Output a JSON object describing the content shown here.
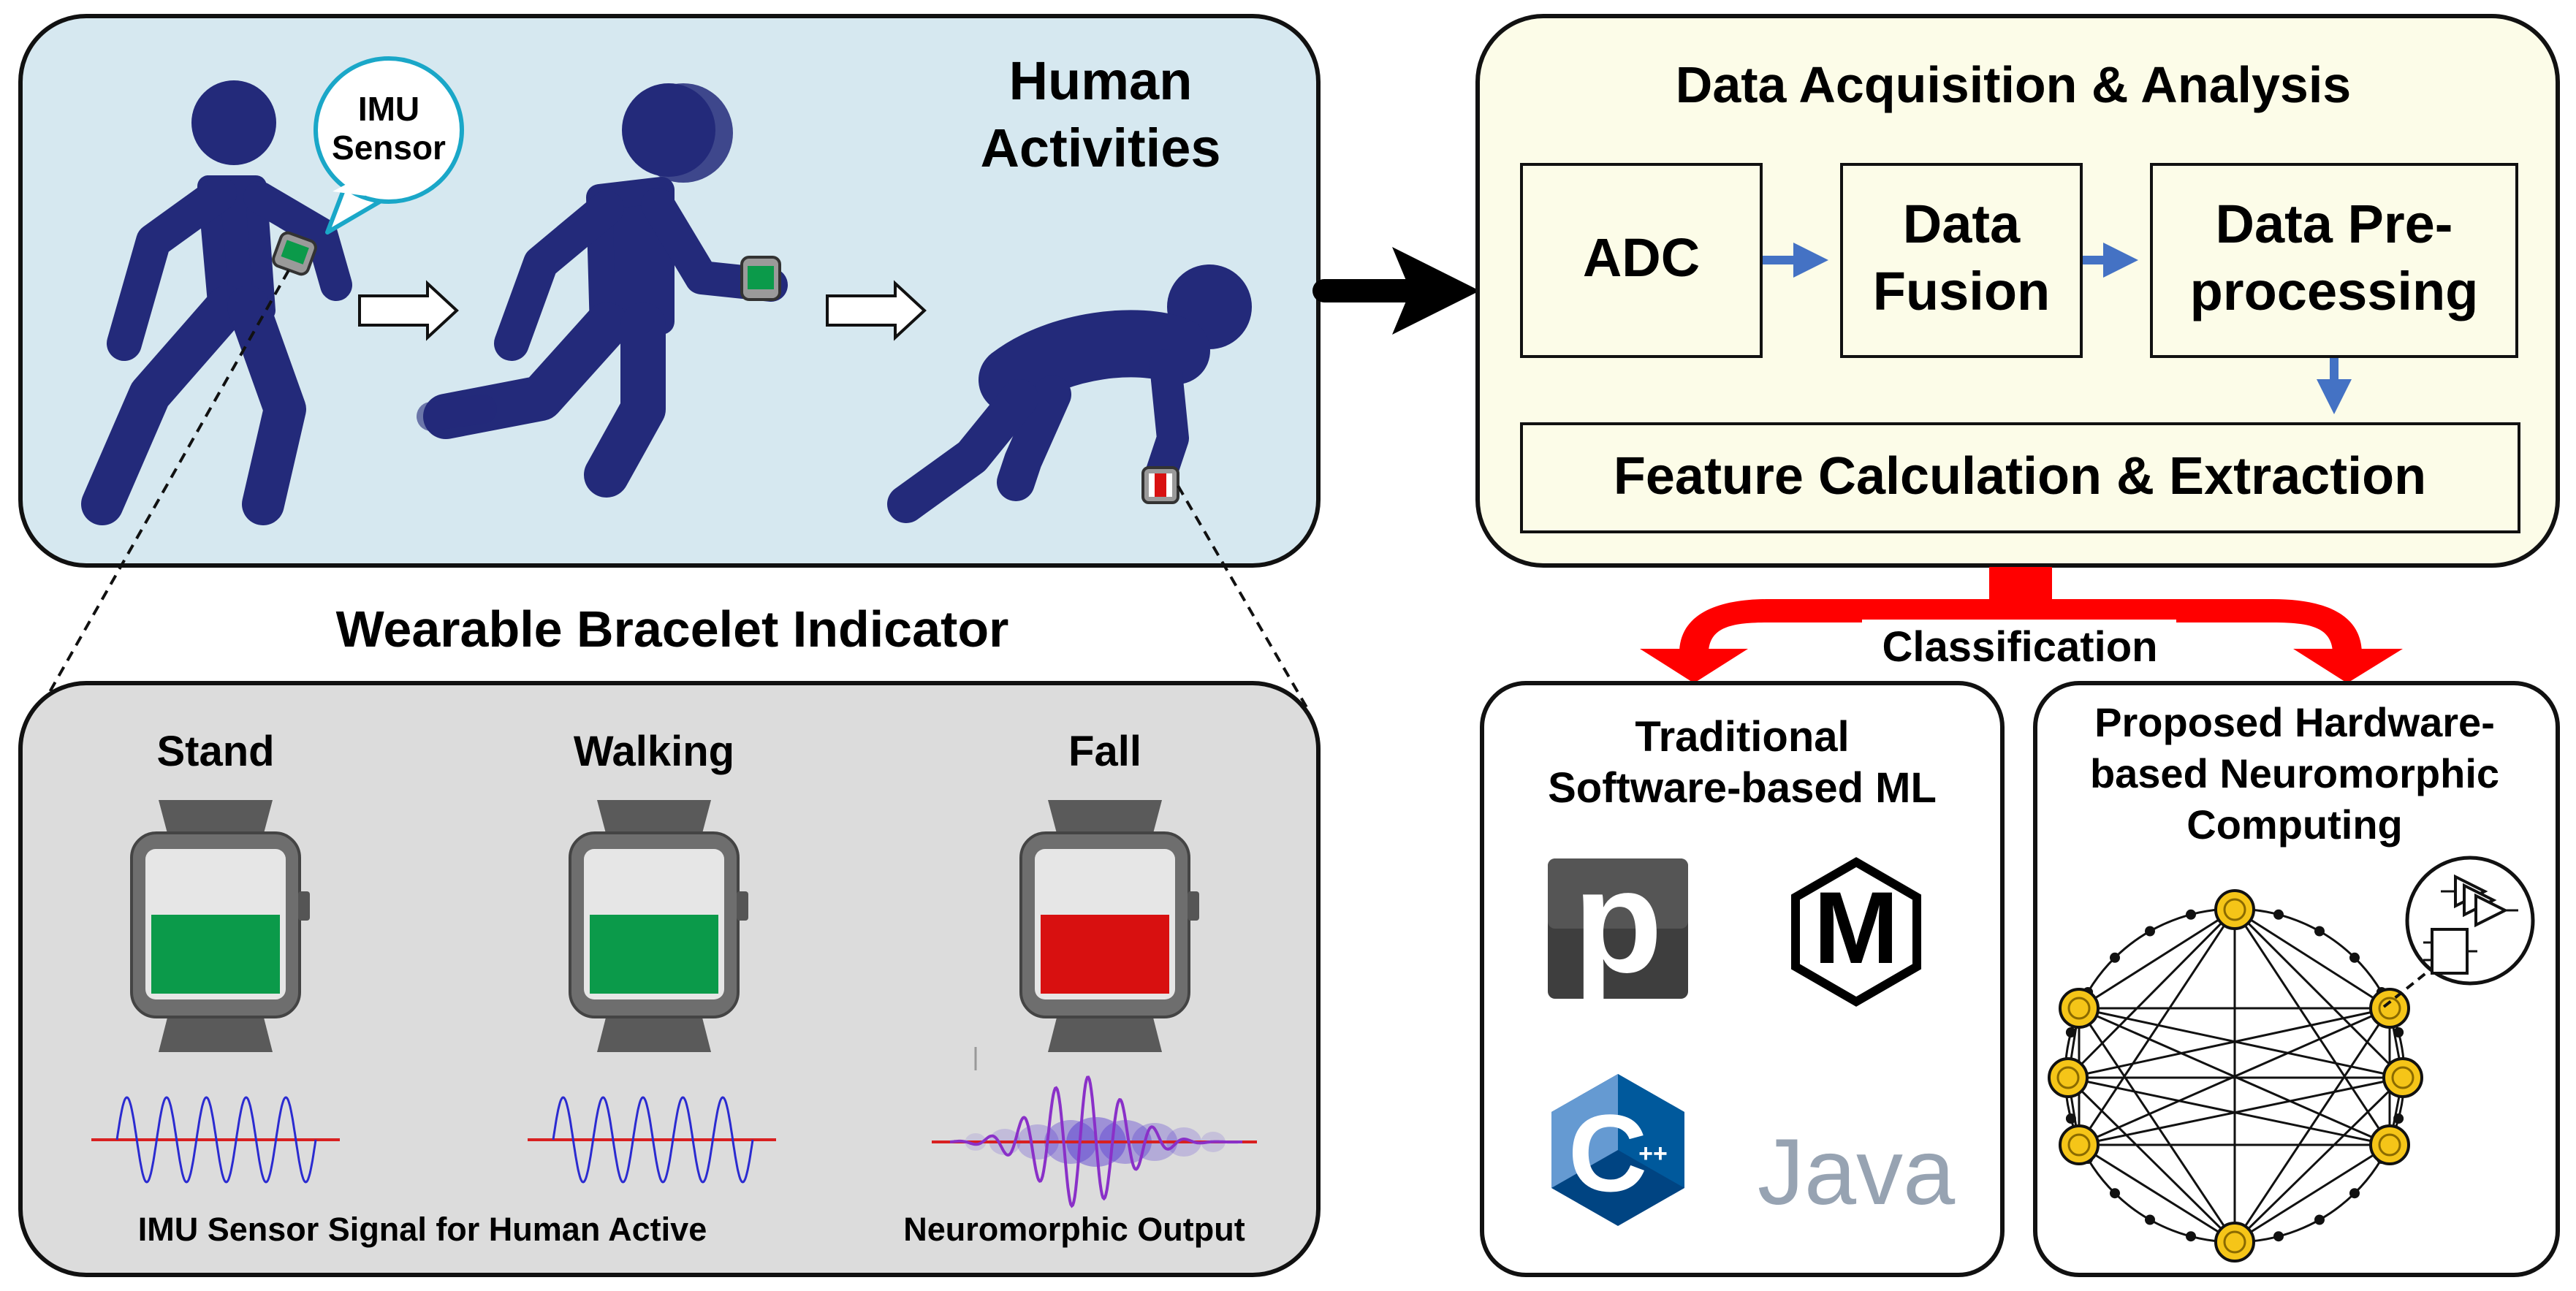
{
  "colors": {
    "human_panel_bg": "#d6e8f0",
    "bracelet_panel_bg": "#dcdcdc",
    "acq_panel_bg": "#fcfce8",
    "figure": "#232a7a",
    "flow_arrow": "#4472c4",
    "classification_arrow": "#ff0000",
    "screen_ok": "#0b9a4a",
    "screen_alert": "#d81010",
    "node_fill": "#f5c518",
    "signal_wave": "#2b2bd0",
    "signal_axis": "#d82020",
    "neuro_wave": "#8a30c8"
  },
  "human_panel": {
    "title_line1": "Human",
    "title_line2": "Activities",
    "bubble_line1": "IMU",
    "bubble_line2": "Sensor",
    "icons": [
      "standing-person-icon",
      "running-person-icon",
      "fallen-person-icon"
    ]
  },
  "bracelet": {
    "heading": "Wearable Bracelet Indicator",
    "labels": [
      "Stand",
      "Walking",
      "Fall"
    ],
    "screen_fill_levels": [
      0.62,
      0.62,
      0.62
    ],
    "footer_left": "IMU Sensor Signal for Human Active",
    "footer_right": "Neuromorphic Output"
  },
  "acquisition": {
    "title": "Data Acquisition & Analysis",
    "adc": "ADC",
    "fusion_line1": "Data",
    "fusion_line2": "Fusion",
    "pre_line1": "Data Pre-",
    "pre_line2": "processing",
    "feature": "Feature Calculation & Extraction"
  },
  "classification": {
    "label": "Classification",
    "traditional_line1": "Traditional",
    "traditional_line2": "Software-based ML",
    "proposed_line1": "Proposed Hardware-",
    "proposed_line2": "based Neuromorphic",
    "proposed_line3": "Computing",
    "logos": {
      "p_letter": "p",
      "m_letter": "M",
      "c_letter": "C",
      "c_plus": "++",
      "java": "Java"
    },
    "logo_icons": [
      "pandas-p-logo-icon",
      "mxnet-m-logo-icon",
      "cpp-logo-icon",
      "java-logo-icon"
    ]
  }
}
